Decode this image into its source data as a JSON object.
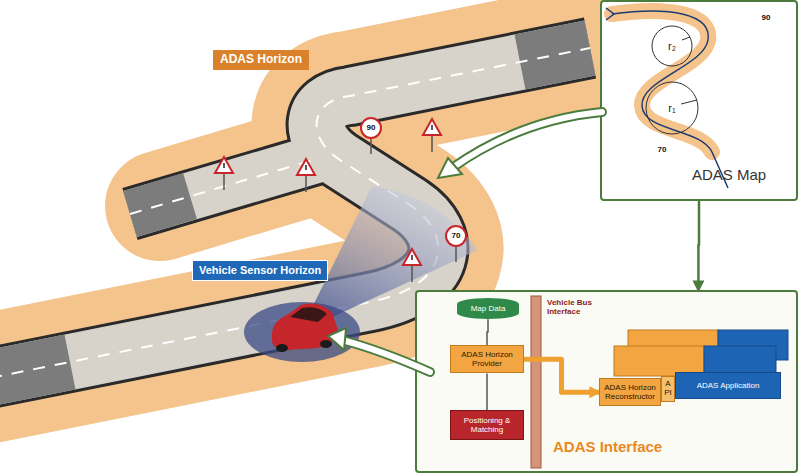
{
  "diagram": {
    "nodes": [
      {
        "text": [
          "ADAS Horizon"
        ]
      },
      {
        "text": [
          "Vehicle Sensor Horizon"
        ]
      },
      {
        "text": [
          "ADAS Map"
        ]
      },
      {
        "text": [
          "ADAS Interface"
        ]
      },
      {
        "text": [
          "Map Data"
        ],
        "in": 3
      },
      {
        "text": [
          "ADAS Horizon Provider"
        ],
        "in": 3
      },
      {
        "text": [
          "Positioning & Matching"
        ],
        "in": 3
      },
      {
        "text": [
          "ADAS Horizon Reconstructor"
        ],
        "in": 3
      },
      {
        "text": [
          "API"
        ],
        "in": 3
      },
      {
        "text": [
          "ADAS Application"
        ],
        "in": 3
      }
    ],
    "edges": [
      {
        "from": 2,
        "to": 3,
        "arrow": "to"
      },
      {
        "from": 4,
        "to": 5,
        "arrow": "none"
      },
      {
        "from": 6,
        "to": 5,
        "arrow": "none"
      },
      {
        "from": 5,
        "to": 7,
        "arrow": "to"
      }
    ],
    "labels": [
      "90",
      "70",
      "90",
      "70",
      "r₂",
      "r₁",
      "Vehicle Bus Interface"
    ]
  }
}
